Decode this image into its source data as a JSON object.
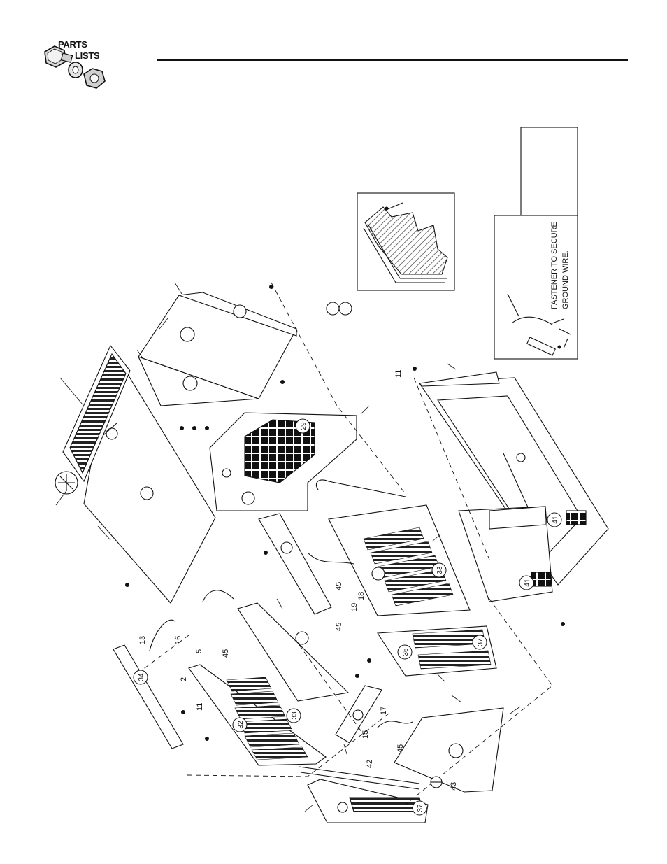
{
  "header": {
    "logo_line1": "PARTS",
    "logo_line2": "LISTS"
  },
  "note": {
    "line1": "FASTENER TO SECURE",
    "line2": "GROUND WIRE."
  },
  "item_labels": {
    "l2": "2",
    "l5": "5",
    "l11a": "11",
    "l11b": "11",
    "l13": "13",
    "l15": "15",
    "l16": "16",
    "l17": "17",
    "l18": "18",
    "l19": "19",
    "l42": "42",
    "l43": "43",
    "l45a": "45",
    "l45b": "45",
    "l45c": "45",
    "l45d": "45"
  },
  "callouts": {
    "c29": "29",
    "c32": "32",
    "c33a": "33",
    "c33b": "33",
    "c34": "34",
    "c36": "36",
    "c37a": "37",
    "c37b": "37",
    "c41a": "41",
    "c41b": "41"
  }
}
